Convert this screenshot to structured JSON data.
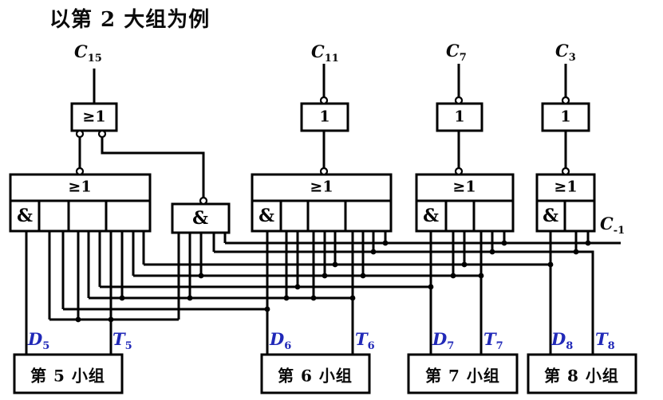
{
  "title": "以第 2 大组为例",
  "gate_labels": {
    "or": "≥1",
    "and": "&",
    "not": "1"
  },
  "signals": {
    "c15": {
      "base": "C",
      "sub": "15"
    },
    "c11": {
      "base": "C",
      "sub": "11"
    },
    "c7": {
      "base": "C",
      "sub": "7"
    },
    "c3": {
      "base": "C",
      "sub": "3"
    },
    "cm1": {
      "base": "C",
      "sub": "-1"
    },
    "d5": {
      "base": "D",
      "sub": "5"
    },
    "t5": {
      "base": "T",
      "sub": "5"
    },
    "d6": {
      "base": "D",
      "sub": "6"
    },
    "t6": {
      "base": "T",
      "sub": "6"
    },
    "d7": {
      "base": "D",
      "sub": "7"
    },
    "t7": {
      "base": "T",
      "sub": "7"
    },
    "d8": {
      "base": "D",
      "sub": "8"
    },
    "t8": {
      "base": "T",
      "sub": "8"
    }
  },
  "group_boxes": [
    "第 5 小组",
    "第 6 小组",
    "第 7 小组",
    "第 8 小组"
  ],
  "colors": {
    "wire": "#000000",
    "signal_blue": "#2129b8",
    "background": "#ffffff"
  }
}
